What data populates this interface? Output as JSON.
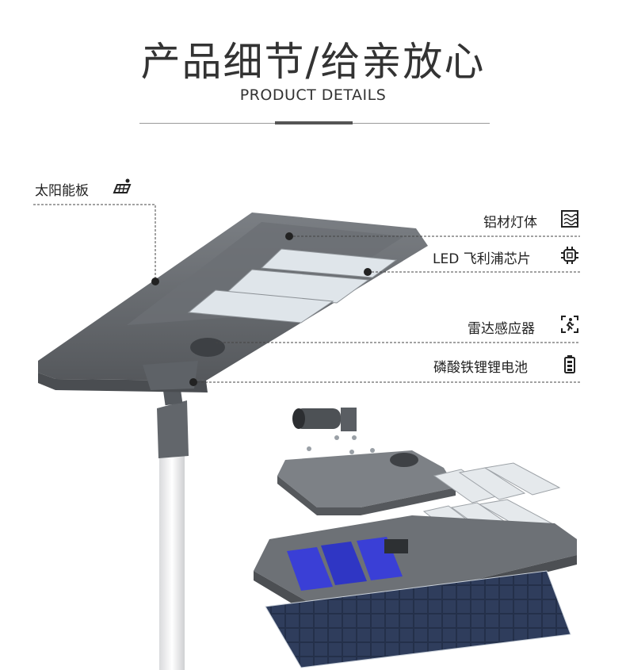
{
  "header": {
    "title": "产品细节/给亲放心",
    "subtitle": "PRODUCT DETAILS"
  },
  "callouts": {
    "solar_panel": {
      "label": "太阳能板",
      "icon": "solar-panel-icon"
    },
    "aluminum_body": {
      "label": "铝材灯体",
      "icon": "heat-sink-icon"
    },
    "led_chip": {
      "label": "LED 飞利浦芯片",
      "icon": "chip-icon"
    },
    "radar_sensor": {
      "label": "雷达感应器",
      "icon": "motion-sensor-icon"
    },
    "battery": {
      "label": "磷酸铁锂锂电池",
      "icon": "battery-icon"
    }
  },
  "colors": {
    "housing": "#6f7378",
    "housing_dark": "#55585c",
    "led_panel": "#e8ecef",
    "battery_blue": "#3a3fd6",
    "leader_line": "#444444"
  }
}
